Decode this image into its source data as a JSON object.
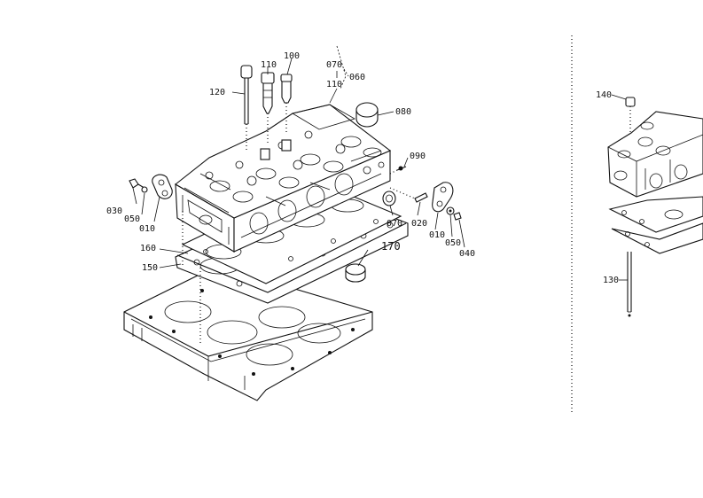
{
  "diagram": {
    "part_labels": {
      "p010_left": "010",
      "p010_right": "010",
      "p020": "020",
      "p030": "030",
      "p040": "040",
      "p050_left": "050",
      "p050_right": "050",
      "p060": "060",
      "p070_top": "070",
      "p070": "070",
      "p080": "080",
      "p090": "090",
      "p100": "100",
      "p110": "110",
      "p110_group": "110",
      "p120": "120",
      "p130": "130",
      "p140": "140",
      "p150": "150",
      "p160": "160",
      "p170": "170"
    }
  }
}
